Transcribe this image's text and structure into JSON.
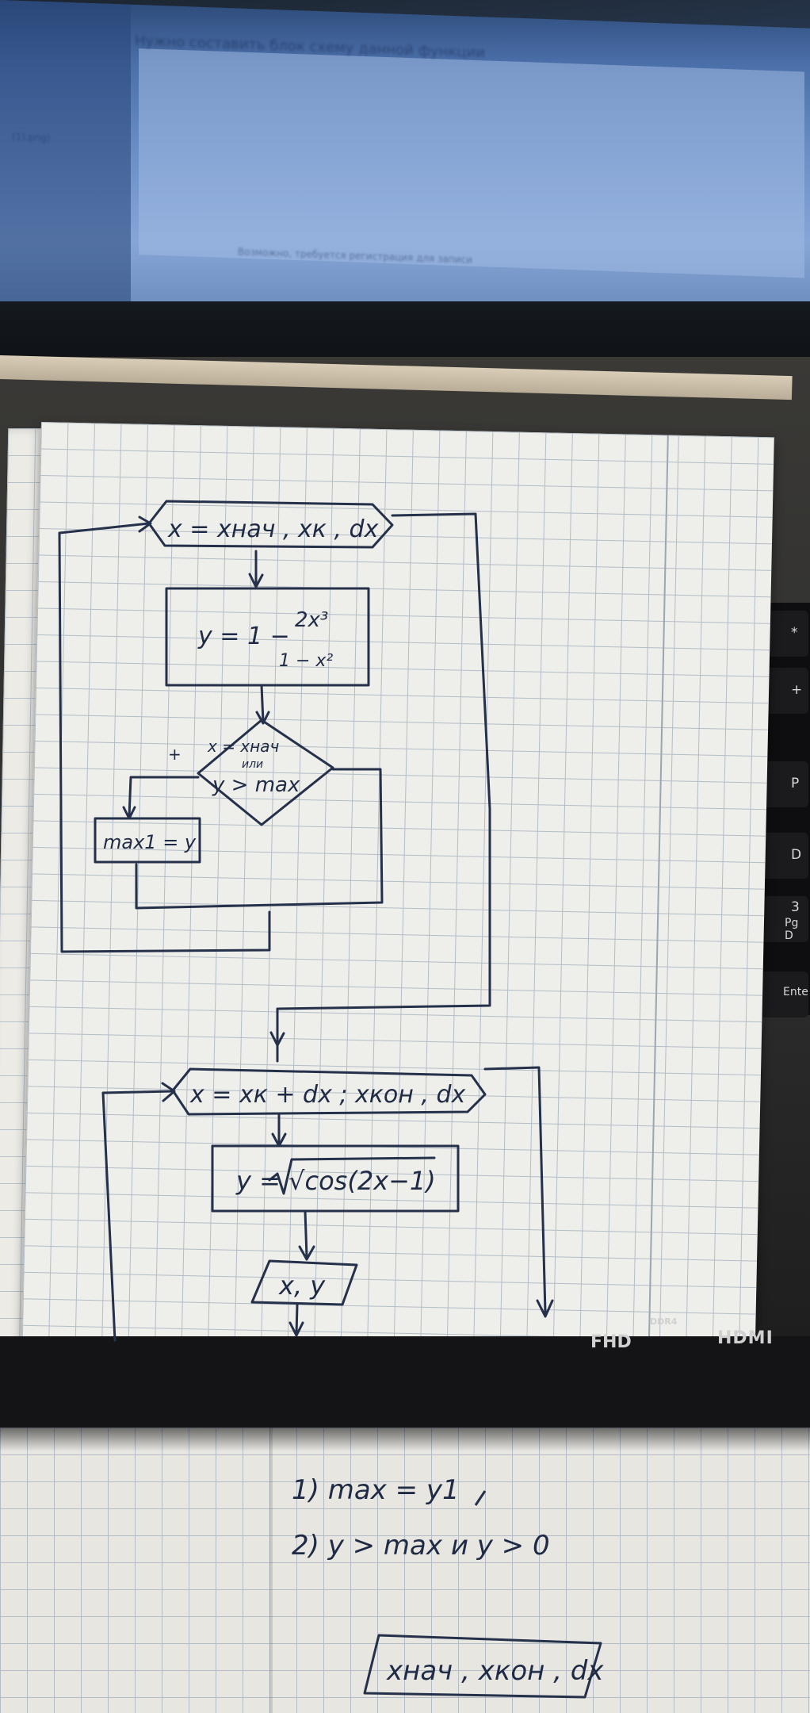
{
  "monitor": {
    "heading": "Нужно составить блок схему данной функции",
    "side_text": "(1).png)",
    "footer_text": "Возможно, требуется регистрация для записи"
  },
  "keyboard": {
    "keys": [
      "*",
      "+",
      "P",
      "D",
      "3",
      "Pg D",
      "Ente"
    ]
  },
  "laptop": {
    "badges": [
      "FHD",
      "DDR4",
      "HDMI"
    ]
  },
  "flowchart": {
    "loop1": "x = xнач , xк , dx",
    "process1_lhs": "y = 1 −",
    "process1_num": "2x³",
    "process1_den": "1 − x²",
    "decision_top": "x = xнач",
    "decision_mid": "или",
    "decision_bottom": "y > max",
    "plus_sign": "+",
    "assign": "max1 = y",
    "loop2": "x = xк + dx ; xкон , dx",
    "process2": "y = √cos(2x−1)",
    "output": "x, y"
  },
  "notes": {
    "line1": "1) max = y1",
    "line2": "2) y > max    и  y > 0",
    "box": "xнач , xкон , dx"
  }
}
